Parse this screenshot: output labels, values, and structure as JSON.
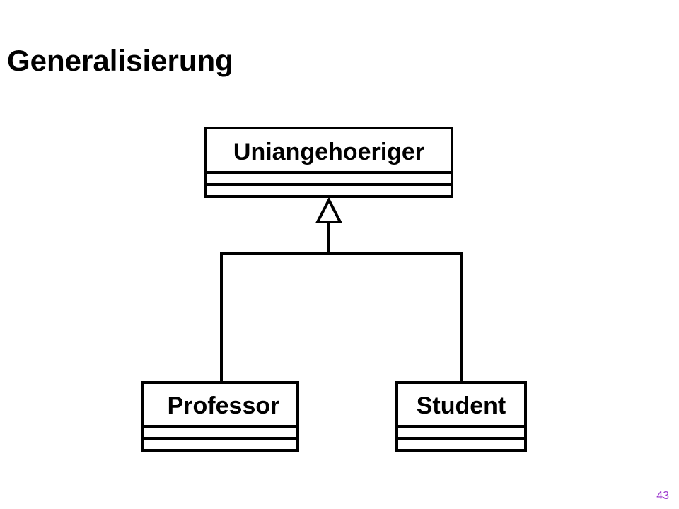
{
  "title": "Generalisierung",
  "diagram": {
    "parent_class": {
      "name": "Uniangehoeriger"
    },
    "child_classes": [
      {
        "name": "Professor"
      },
      {
        "name": "Student"
      }
    ],
    "relationship": "generalization"
  },
  "page_number": "43",
  "colors": {
    "page_number": "#9933cc",
    "lines": "#000000"
  }
}
